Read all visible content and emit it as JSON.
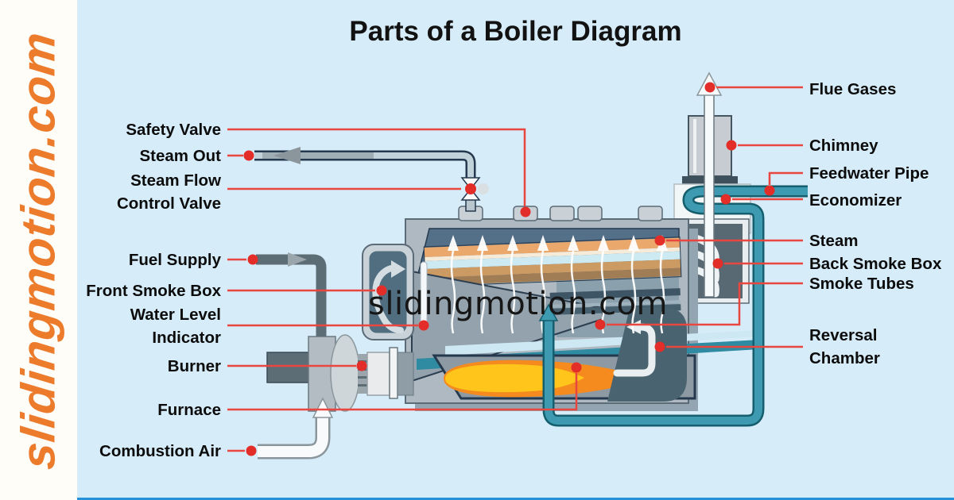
{
  "title": "Parts of a Boiler Diagram",
  "watermarks": {
    "side": "slidingmotion.com",
    "center": "slidingmotion.com"
  },
  "labels": {
    "left": [
      {
        "name": "safety-valve",
        "lines": [
          "Safety Valve"
        ]
      },
      {
        "name": "steam-out",
        "lines": [
          "Steam Out"
        ]
      },
      {
        "name": "steam-flow-control-valve",
        "lines": [
          "Steam Flow",
          "Control Valve"
        ]
      },
      {
        "name": "fuel-supply",
        "lines": [
          "Fuel Supply"
        ]
      },
      {
        "name": "front-smoke-box",
        "lines": [
          "Front Smoke Box"
        ]
      },
      {
        "name": "water-level-indicator",
        "lines": [
          "Water Level",
          "Indicator"
        ]
      },
      {
        "name": "burner",
        "lines": [
          "Burner"
        ]
      },
      {
        "name": "furnace",
        "lines": [
          "Furnace"
        ]
      },
      {
        "name": "combustion-air",
        "lines": [
          "Combustion Air"
        ]
      }
    ],
    "right": [
      {
        "name": "flue-gases",
        "lines": [
          "Flue Gases"
        ]
      },
      {
        "name": "chimney",
        "lines": [
          "Chimney"
        ]
      },
      {
        "name": "feedwater-pipe",
        "lines": [
          "Feedwater Pipe"
        ]
      },
      {
        "name": "economizer",
        "lines": [
          "Economizer"
        ]
      },
      {
        "name": "steam",
        "lines": [
          "Steam"
        ]
      },
      {
        "name": "back-smoke-box",
        "lines": [
          "Back Smoke Box"
        ]
      },
      {
        "name": "smoke-tubes",
        "lines": [
          "Smoke Tubes"
        ]
      },
      {
        "name": "reversal-chamber",
        "lines": [
          "Reversal",
          "Chamber"
        ]
      }
    ]
  },
  "colors": {
    "background": "#d7ecf9",
    "sidebar": "#fffdf8",
    "watermark_orange": "#ec7b2c",
    "label_text": "#0c0c0c",
    "connector_red": "#e8463e",
    "dot_red": "#e22d28",
    "pipe_teal": "#3d9ab0",
    "pipe_teal_outline": "#155e6d",
    "boiler_shell_gray": "#aeb9c1",
    "boiler_interior_blue": "#546f88",
    "flame_orange": "#f58a1f",
    "flame_yellow": "#ffc51a",
    "bottom_rule_blue": "#2591d9"
  }
}
